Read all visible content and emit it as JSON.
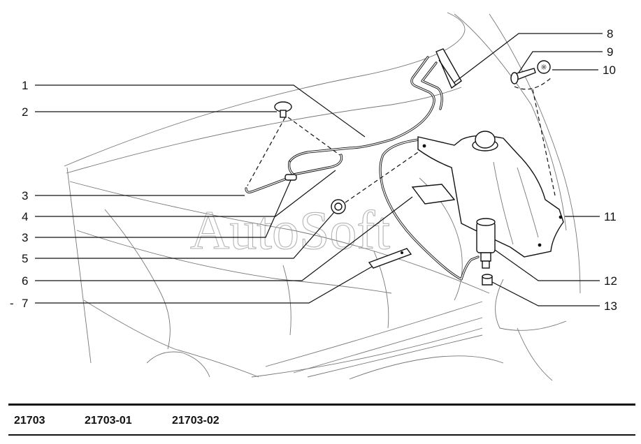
{
  "watermark": "AutoSoft",
  "callouts": {
    "c1": "1",
    "c2": "2",
    "c3a": "3",
    "c4": "4",
    "c3b": "3",
    "c5": "5",
    "c6": "6",
    "c7": "7",
    "c8": "8",
    "c9": "9",
    "c10": "10",
    "c11": "11",
    "c12": "12",
    "c13": "13"
  },
  "stray_mark": "-",
  "footer": {
    "variants": [
      "21703",
      "21703-01",
      "21703-02"
    ]
  }
}
